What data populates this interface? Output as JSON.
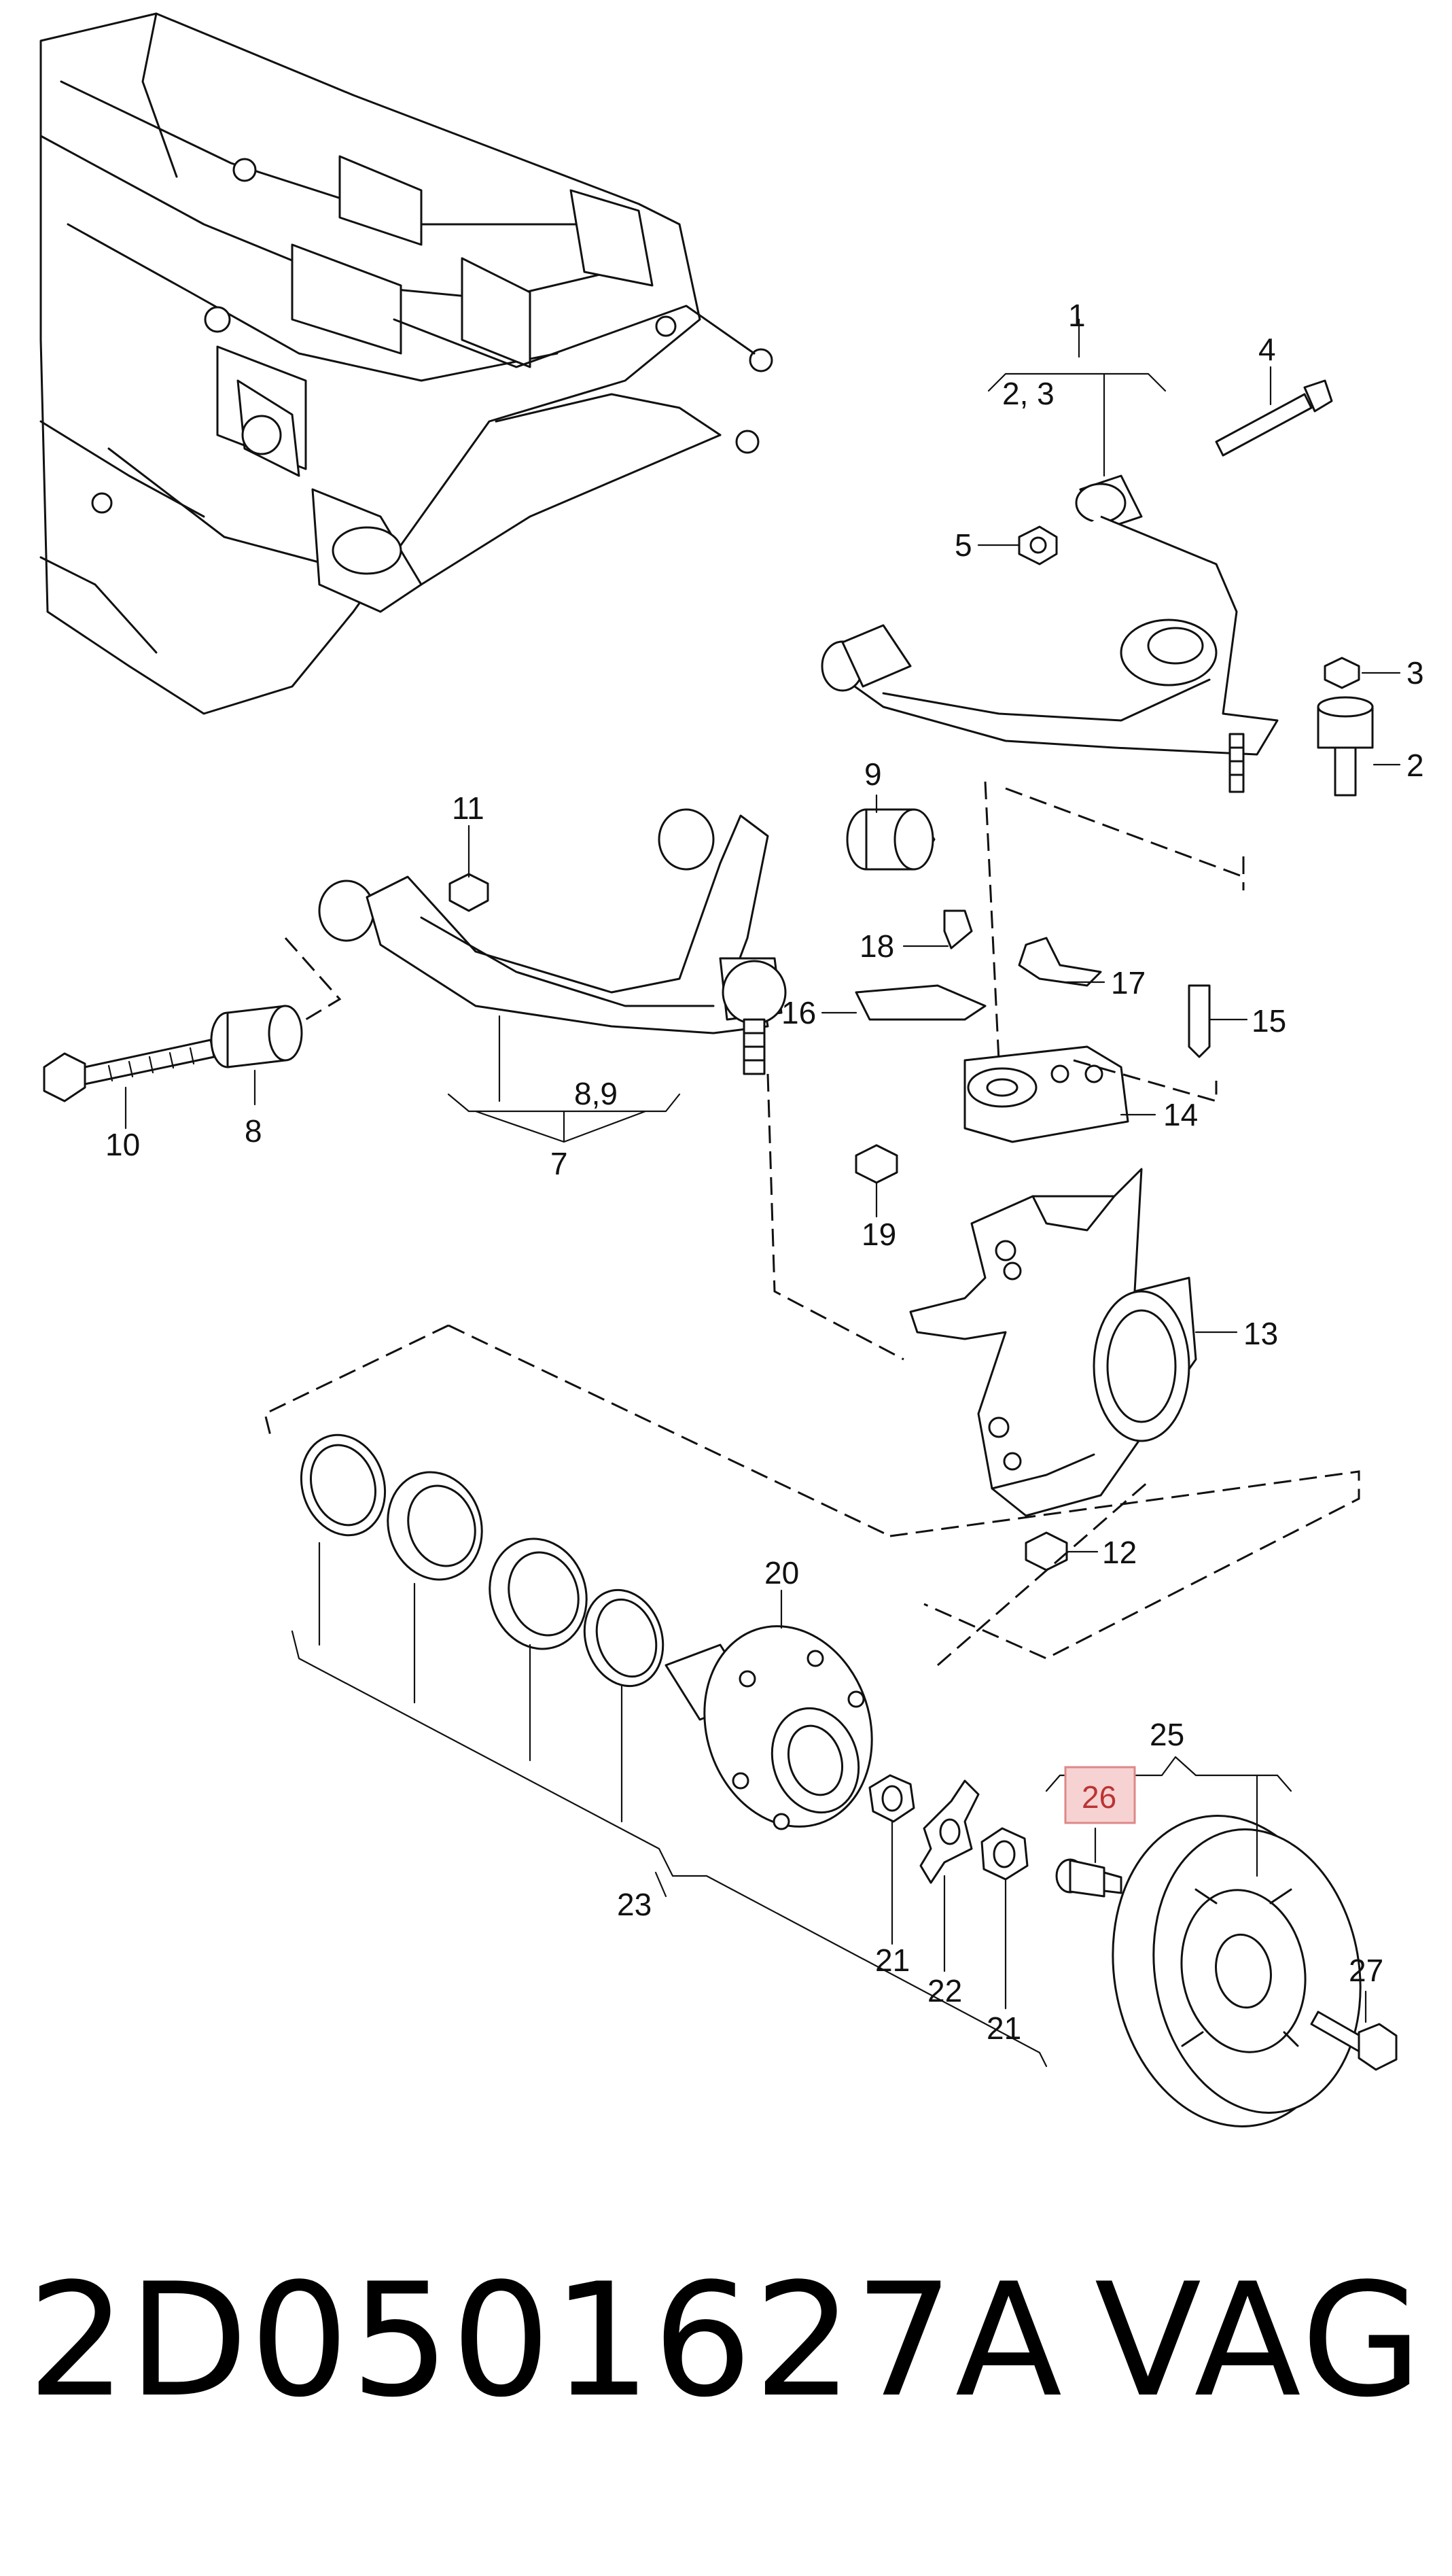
{
  "callouts": {
    "c1": "1",
    "c2_3": "2, 3",
    "c4": "4",
    "c5": "5",
    "c3": "3",
    "c2": "2",
    "c9": "9",
    "c11": "11",
    "c18": "18",
    "c17": "17",
    "c16": "16",
    "c15": "15",
    "c10": "10",
    "c8": "8",
    "c8_9": "8,9",
    "c7": "7",
    "c14": "14",
    "c19": "19",
    "c13": "13",
    "c12": "12",
    "c20": "20",
    "c25": "25",
    "c26": "26",
    "c23": "23",
    "c21a": "21",
    "c22": "22",
    "c21b": "21",
    "c27": "27"
  },
  "highlight": {
    "label": "26",
    "color": "#f7d2d2"
  },
  "part_number": "2D0501627A",
  "brand": "VAG"
}
